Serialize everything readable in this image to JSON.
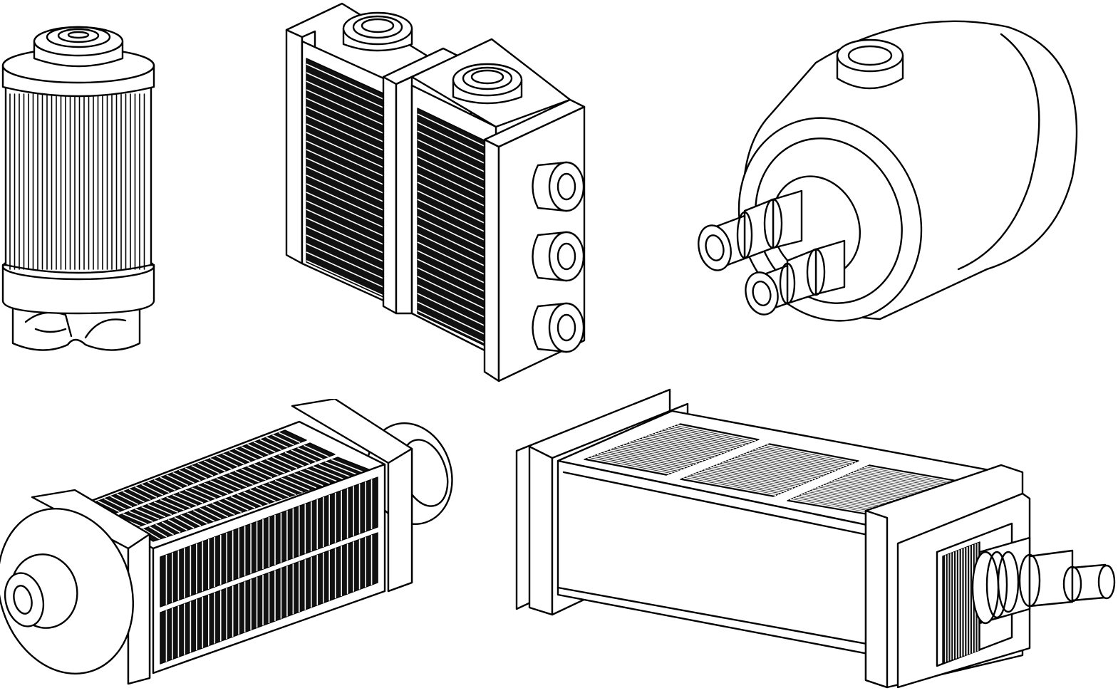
{
  "scene": {
    "background": "#ffffff",
    "line_color": "#000000",
    "style": "black line-art isometric illustration, no text",
    "items": [
      {
        "id": "cartridge-filter",
        "icon": "cylindrical-filter-cartridge-icon"
      },
      {
        "id": "twin-radiator",
        "icon": "twin-core-radiator-icon"
      },
      {
        "id": "canister-housing",
        "icon": "cylindrical-housing-with-two-hose-ports-icon"
      },
      {
        "id": "finned-core-with-flanges",
        "icon": "finned-core-with-round-end-flanges-icon"
      },
      {
        "id": "long-heat-exchanger",
        "icon": "long-plate-heat-exchanger-icon"
      }
    ]
  }
}
